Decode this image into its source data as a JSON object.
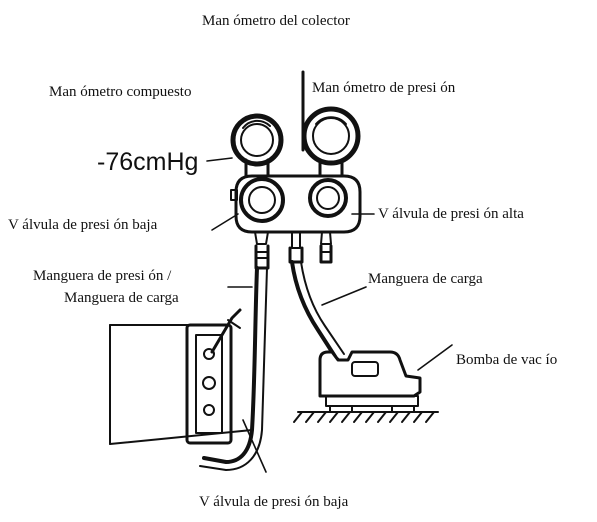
{
  "labels": {
    "manifold": "Man ómetro del colector",
    "compound_gauge": "Man ómetro compuesto",
    "pressure_gauge": "Man ómetro de presi ón",
    "vacuum_reading": "-76cmHg",
    "low_valve_left": "V álvula de presi ón baja",
    "high_valve": "V álvula de presi ón alta",
    "pressure_hose_line1": "Manguera de presi ón /",
    "pressure_hose_line2": "Manguera de carga",
    "charge_hose": "Manguera de carga",
    "vacuum_pump": "Bomba de vac ío",
    "low_valve_bottom": "V álvula de presi ón baja"
  }
}
